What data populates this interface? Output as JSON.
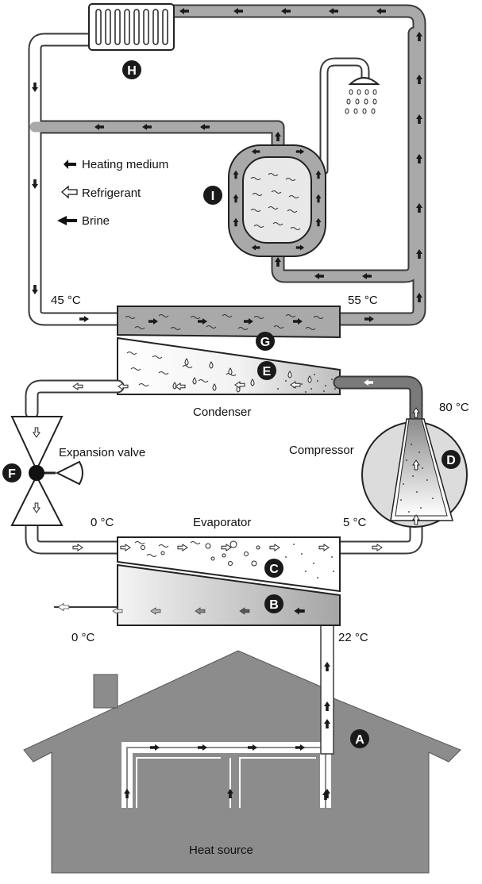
{
  "legend": {
    "heating_medium": "Heating medium",
    "refrigerant": "Refrigerant",
    "brine": "Brine"
  },
  "components": {
    "condenser": "Condenser",
    "evaporator": "Evaporator",
    "compressor": "Compressor",
    "expansion_valve": "Expansion valve",
    "heat_source": "Heat source"
  },
  "temperatures": {
    "heating_supply_in": "45 °C",
    "heating_supply_out": "55 °C",
    "compressor_out": "80 °C",
    "evaporator_in": "0 °C",
    "evaporator_out": "5 °C",
    "brine_out": "0 °C",
    "brine_in": "22 °C"
  },
  "badges": {
    "a": "A",
    "b": "B",
    "c": "C",
    "d": "D",
    "e": "E",
    "f": "F",
    "g": "G",
    "h": "H",
    "i": "I"
  },
  "colors": {
    "pipe_fill": "#a9a9a9",
    "pipe_outline": "#3a3a3a",
    "house_fill": "#8c8c8c",
    "badge_fill": "#1a1a1a",
    "arrow_dark": "#1a1a1a"
  }
}
